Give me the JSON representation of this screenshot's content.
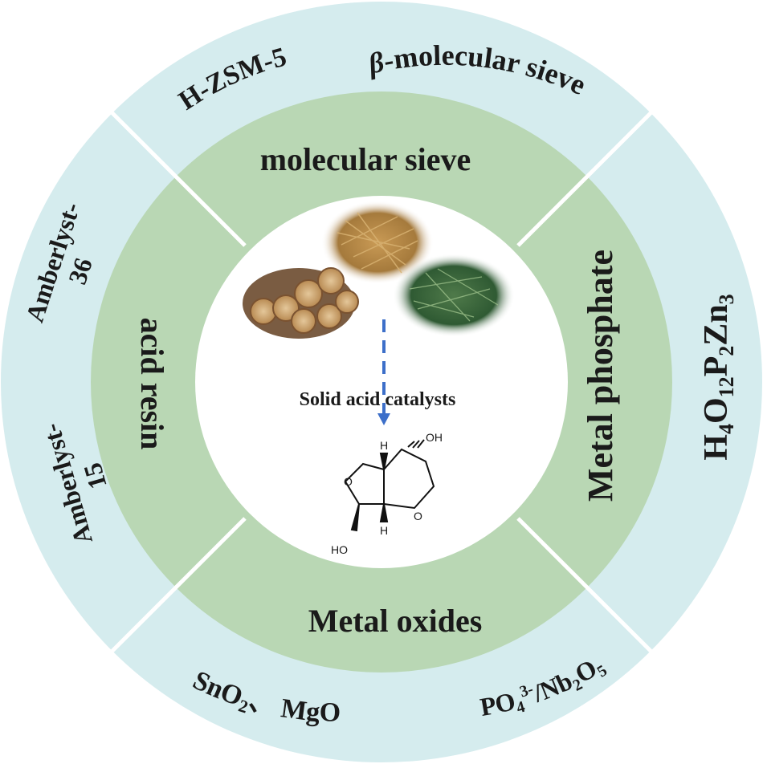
{
  "colors": {
    "outer_ring": "#d5ecee",
    "inner_ring": "#b9d7b4",
    "center": "#ffffff",
    "divider": "#ffffff",
    "arrow": "#3d6fc9",
    "text": "#1a1a1a"
  },
  "center": {
    "title": "Solid acid catalysts",
    "biomass_images": [
      "wood-logs",
      "straw",
      "green-grass"
    ],
    "molecule_labels": {
      "oh_top": "OH",
      "oh_bottom": "HO",
      "h_top": "H",
      "h_bottom": "H"
    }
  },
  "categories": {
    "top": "molecular sieve",
    "right": "Metal phosphate",
    "bottom": "Metal oxides",
    "left": "acid resin"
  },
  "examples": {
    "top_left": "H-ZSM-5",
    "top_right_greek": "β",
    "top_right_rest": "-molecular sieve",
    "right": {
      "base": "H",
      "sub1": "4",
      "o": "O",
      "sub2": "12",
      "p": "P",
      "sub3": "2",
      "zn": "Zn",
      "sub4": "3"
    },
    "left_upper": {
      "line1": "Amberlyst-",
      "line2": "36"
    },
    "left_lower": {
      "line1": "Amberlyst-",
      "line2": "15"
    },
    "bottom_left": {
      "sn": "SnO",
      "sub": "2",
      "sep": "、",
      "mg": "MgO"
    },
    "bottom_right": {
      "po": "PO",
      "sub": "4",
      "sup": "3-",
      "rest": "/Nb",
      "sub2": "2",
      "o": "O",
      "sub3": "5"
    }
  }
}
